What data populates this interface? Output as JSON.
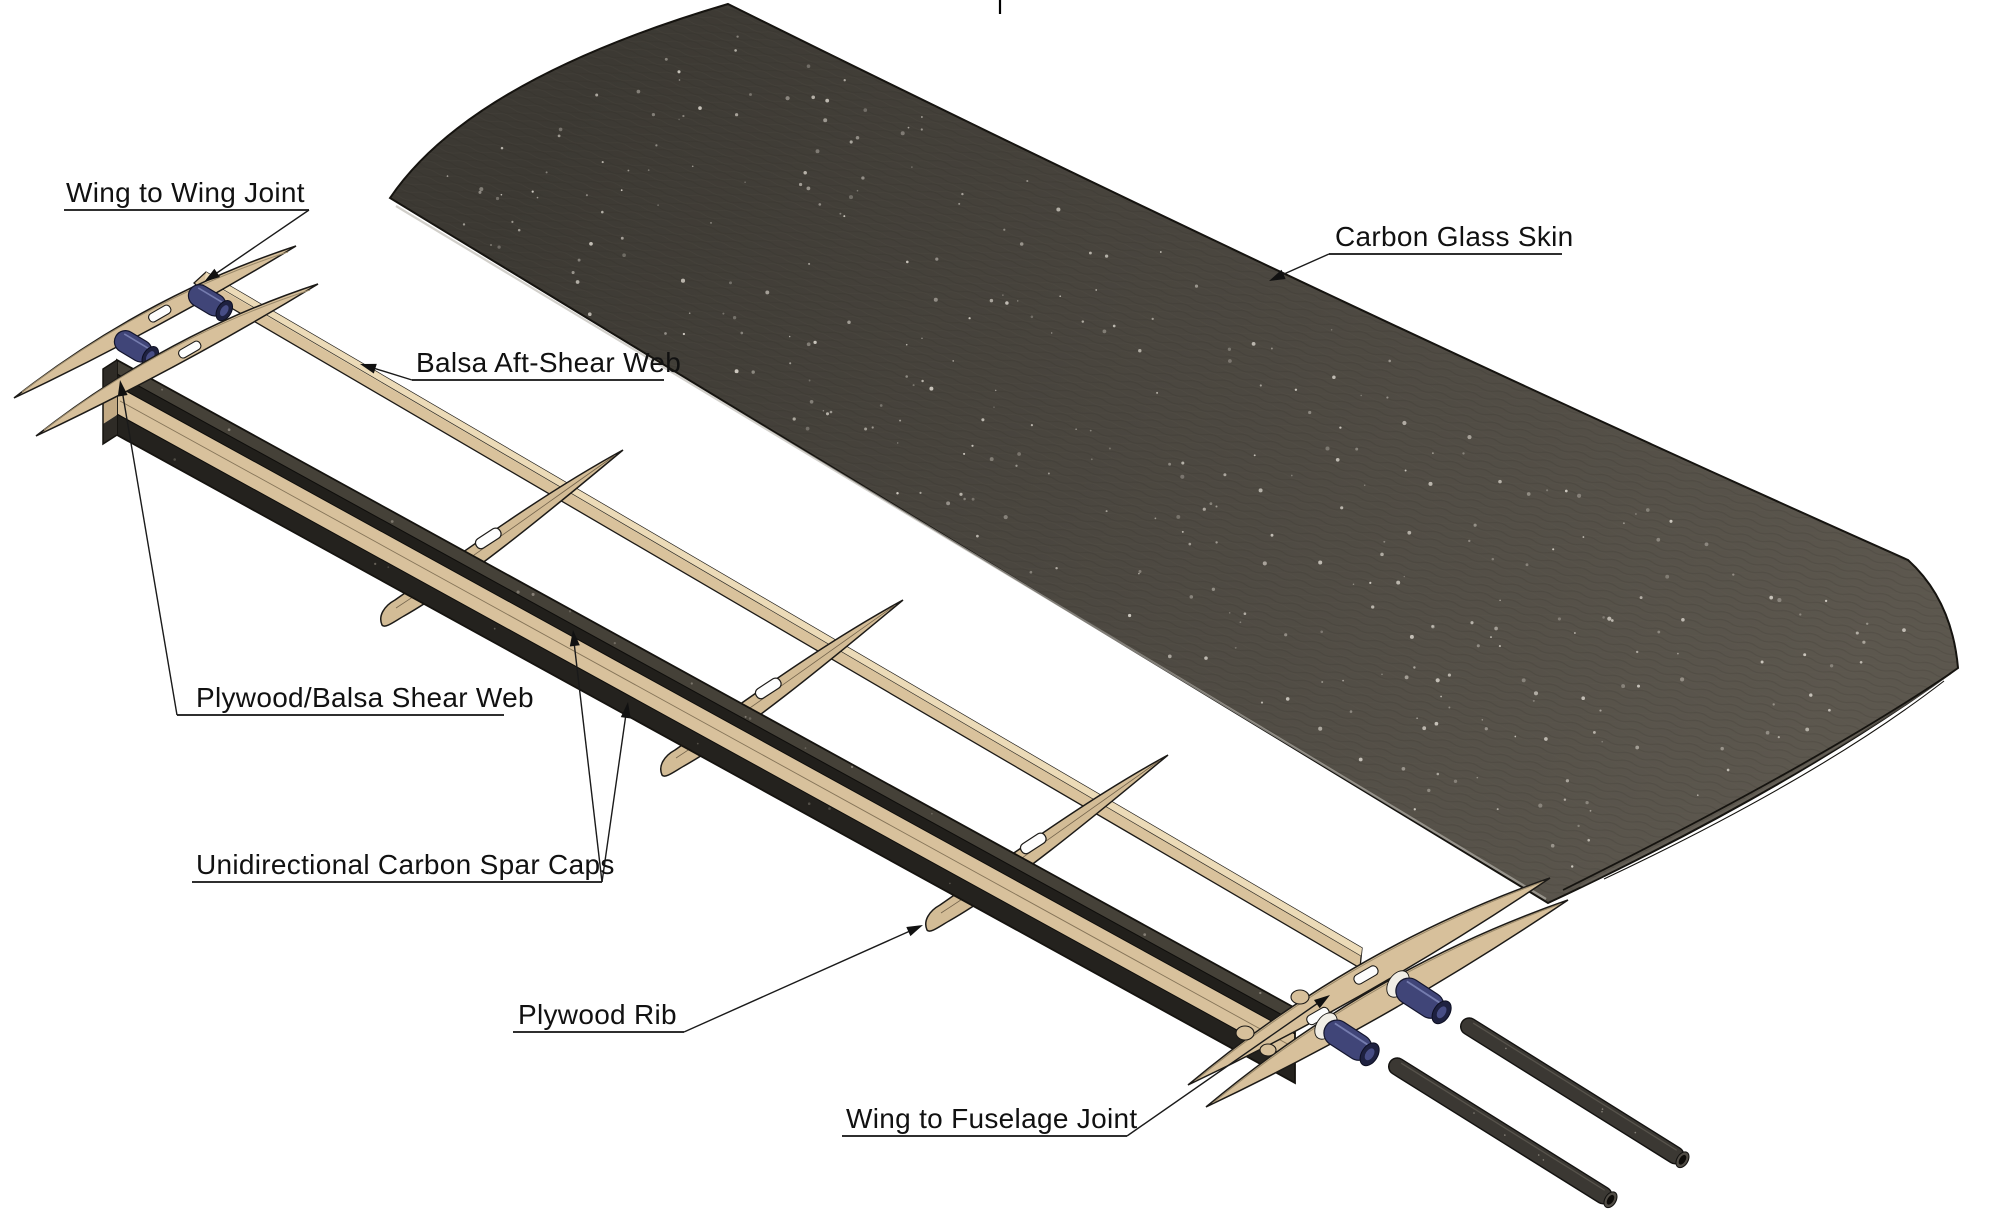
{
  "diagram": {
    "labels": {
      "wing_to_wing_joint": "Wing to Wing Joint",
      "carbon_glass_skin": "Carbon Glass Skin",
      "balsa_aft_shear_web": "Balsa Aft-Shear Web",
      "plywood_balsa_shear_web": "Plywood/Balsa Shear Web",
      "unidirectional_carbon_spar_caps": "Unidirectional Carbon Spar Caps",
      "plywood_rib": "Plywood Rib",
      "wing_to_fuselage_joint": "Wing to Fuselage Joint"
    },
    "colors": {
      "background": "#ffffff",
      "carbon_skin": "#4a463f",
      "carbon_dark": "#24221e",
      "wood": "#d8c19c",
      "joint_blue": "#404578",
      "annotation_line": "#1a1a1a"
    }
  }
}
